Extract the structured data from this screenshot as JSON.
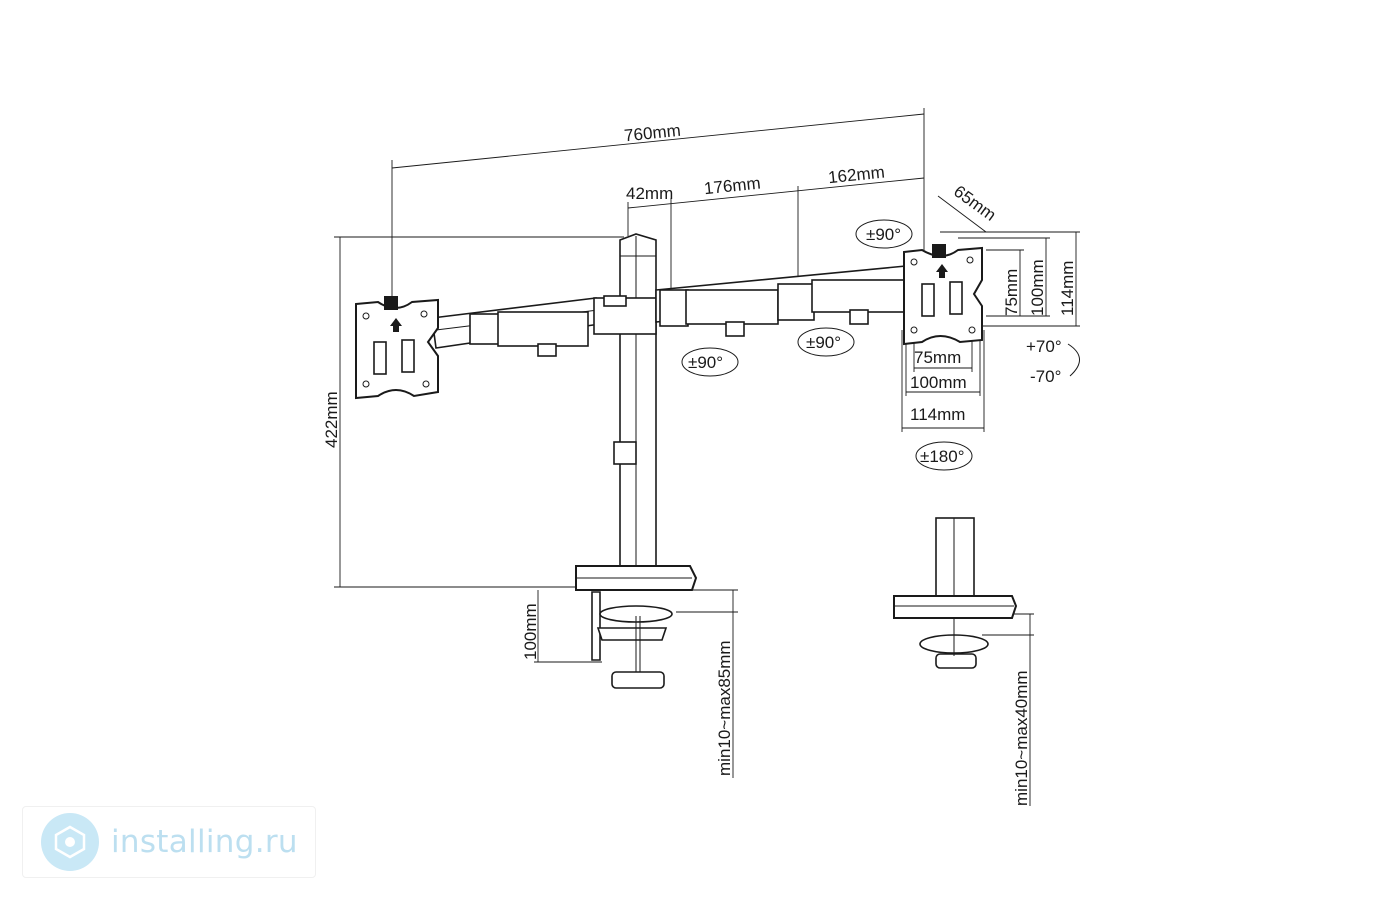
{
  "dimensions": {
    "total_width": "760mm",
    "offset_42": "42mm",
    "arm_176": "176mm",
    "arm_162": "162mm",
    "head_65": "65mm",
    "height_422": "422mm",
    "clamp_100": "100mm",
    "vesa_v_75": "75mm",
    "vesa_v_100": "100mm",
    "vesa_v_114": "114mm",
    "vesa_h_75": "75mm",
    "vesa_h_100": "100mm",
    "vesa_h_114": "114mm",
    "clamp_range": "min10~max85mm",
    "grommet_range": "min10~max40mm"
  },
  "rotations": {
    "swivel_head": "±90°",
    "swivel_arm_left": "±90°",
    "swivel_arm_right": "±90°",
    "tilt_up": "+70°",
    "tilt_down": "-70°",
    "rotate": "±180°"
  },
  "watermark": {
    "text": "installing.ru"
  }
}
